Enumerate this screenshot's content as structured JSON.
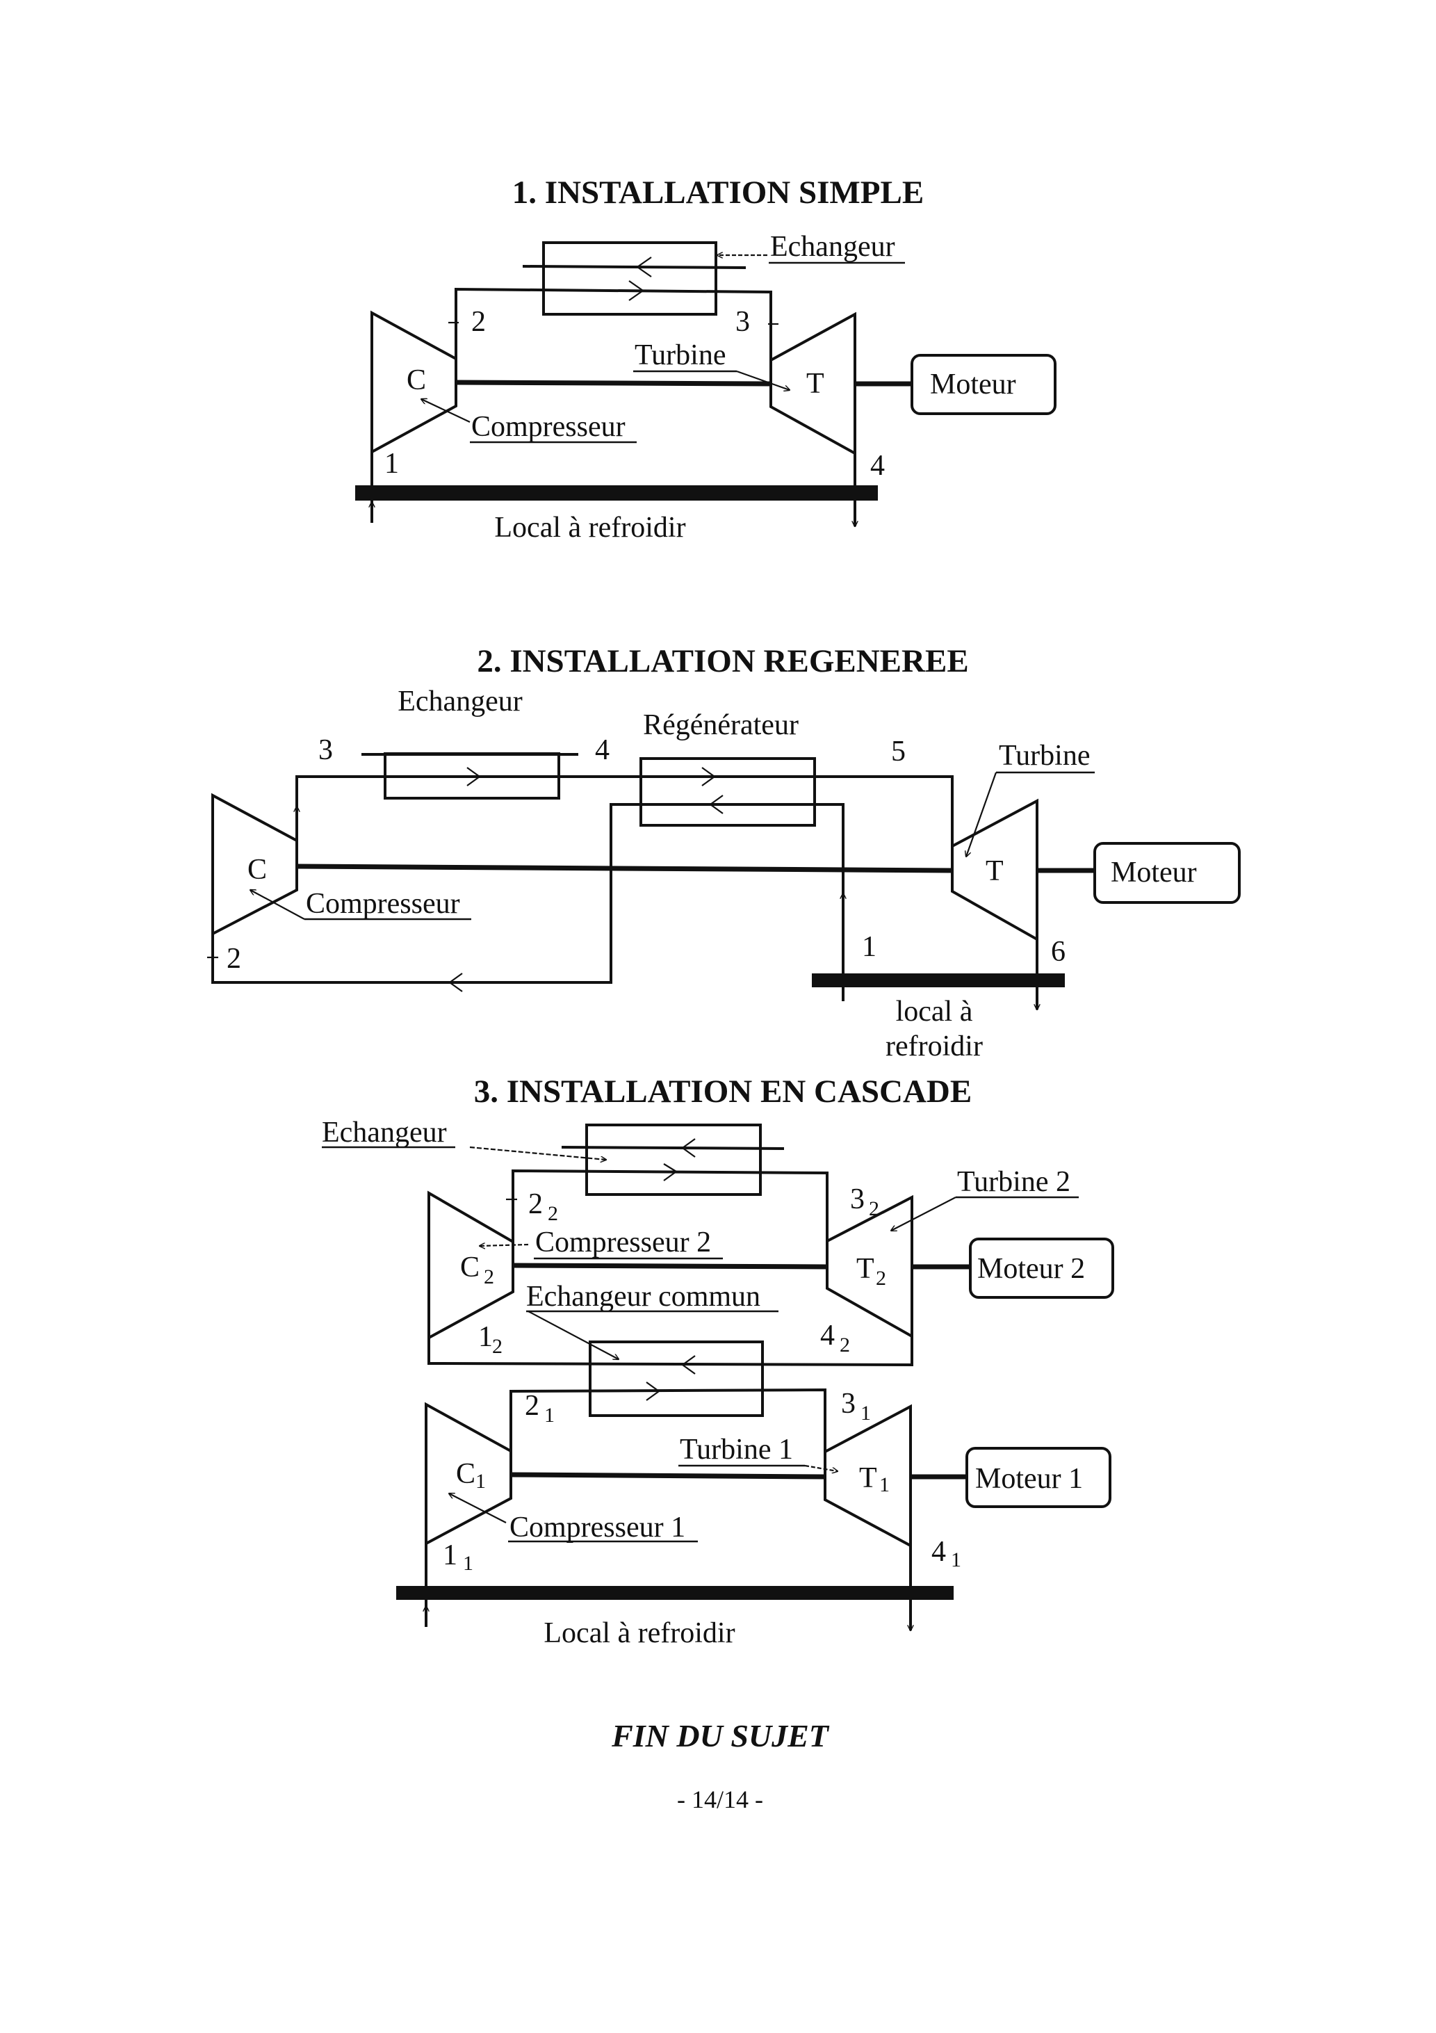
{
  "sections": [
    {
      "title": "1.  INSTALLATION SIMPLE",
      "labels": {
        "exchanger": "Echangeur",
        "turbine": "Turbine",
        "compressor": "Compresseur",
        "compressor_symbol": "C",
        "turbine_symbol": "T",
        "motor": "Moteur",
        "room": "Local à refroidir"
      },
      "points": [
        "1",
        "2",
        "3",
        "4"
      ]
    },
    {
      "title": "2.  INSTALLATION REGENEREE",
      "labels": {
        "exchanger": "Echangeur",
        "regenerator": "Régénérateur",
        "turbine": "Turbine",
        "compressor": "Compresseur",
        "compressor_symbol": "C",
        "turbine_symbol": "T",
        "motor": "Moteur",
        "room_line1": "local à",
        "room_line2": "refroidir"
      },
      "points": [
        "1",
        "2",
        "3",
        "4",
        "5",
        "6"
      ]
    },
    {
      "title": "3.  INSTALLATION EN CASCADE",
      "labels": {
        "exchanger": "Echangeur",
        "common_exchanger": "Echangeur commun",
        "turbine2": "Turbine 2",
        "turbine1": "Turbine 1",
        "compressor2": "Compresseur 2",
        "compressor1": "Compresseur 1",
        "compressor2_symbol": "C",
        "compressor1_symbol": "C",
        "turbine2_symbol": "T",
        "turbine1_symbol": "T",
        "stage2_sub": "2",
        "stage1_sub": "1",
        "motor2": "Moteur 2",
        "motor1": "Moteur 1",
        "room": "Local à refroidir"
      },
      "points_stage2": [
        "1",
        "2",
        "3",
        "4"
      ],
      "points_stage1": [
        "1",
        "2",
        "3",
        "4"
      ]
    }
  ],
  "footer": {
    "end_text": "FIN DU SUJET",
    "page_number": "- 14/14 -"
  }
}
